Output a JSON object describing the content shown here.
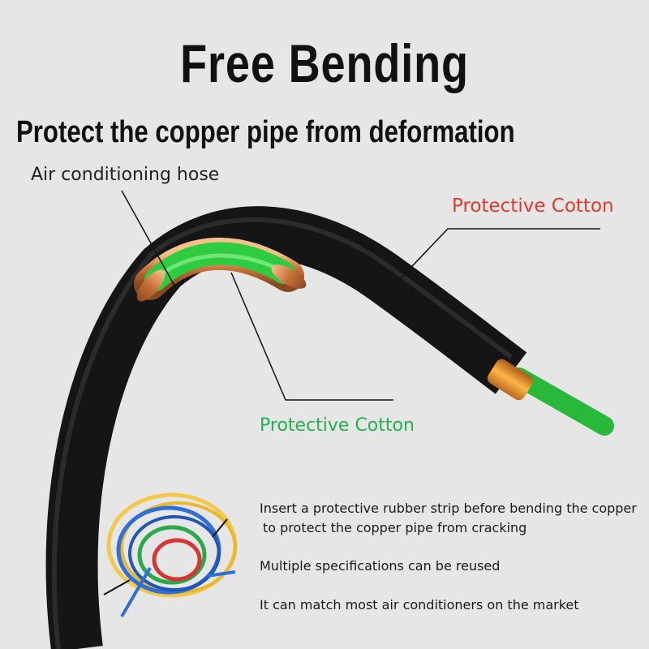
{
  "heading": {
    "title": "Free Bending",
    "subtitle": "Protect the copper pipe from deformation"
  },
  "callouts": {
    "hose": "Air conditioning hose",
    "outer": "Protective Cotton",
    "inner": "Protective Cotton"
  },
  "colors": {
    "outer_label": "#e03a2e",
    "inner_label": "#22b14c"
  },
  "features": [
    "Insert a protective rubber strip before bending the copper",
    "to protect the copper pipe from cracking",
    "Multiple specifications can be reused",
    "It can match most air conditioners on the market"
  ]
}
